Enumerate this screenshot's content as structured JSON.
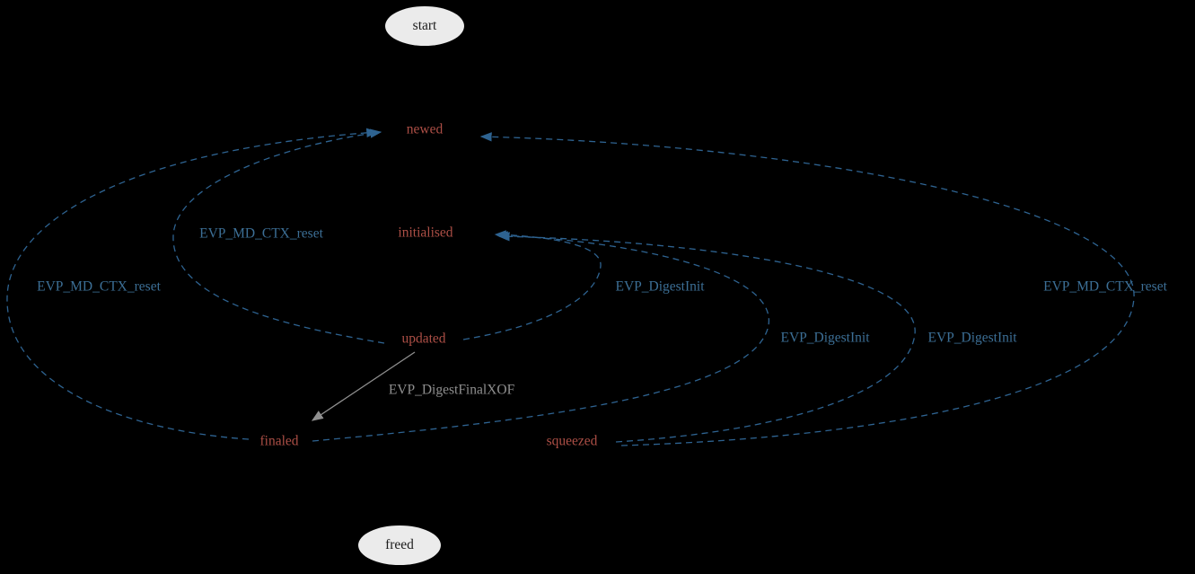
{
  "colors": {
    "background": "#000000",
    "state_text": "#ad4f46",
    "edge_blue": "#2e6391",
    "edge_label_blue": "#3c6f96",
    "edge_gray": "#8f8f8f",
    "terminal_fill": "#ebebeb",
    "terminal_text": "#1c1c1c"
  },
  "nodes": {
    "start": {
      "label": "start"
    },
    "newed": {
      "label": "newed"
    },
    "initialised": {
      "label": "initialised"
    },
    "updated": {
      "label": "updated"
    },
    "finaled": {
      "label": "finaled"
    },
    "squeezed": {
      "label": "squeezed"
    },
    "freed": {
      "label": "freed"
    }
  },
  "edge_labels": {
    "reset_updated_to_newed": "EVP_MD_CTX_reset",
    "reset_finaled_to_newed": "EVP_MD_CTX_reset",
    "reset_squeezed_to_newed": "EVP_MD_CTX_reset",
    "digestinit_updated_to_initialised": "EVP_DigestInit",
    "digestinit_finaled_to_initialised": "EVP_DigestInit",
    "digestinit_squeezed_to_initialised": "EVP_DigestInit",
    "digestfinalxof_updated_to_finaled": "EVP_DigestFinalXOF"
  }
}
